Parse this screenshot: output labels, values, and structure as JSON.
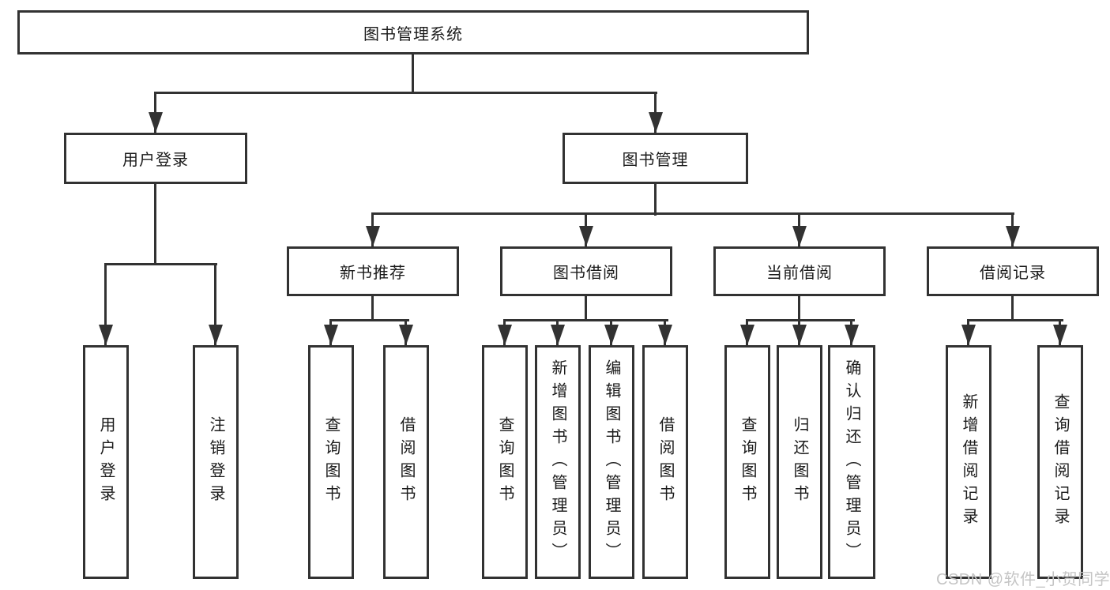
{
  "tree": {
    "root": {
      "label": "图书管理系统"
    },
    "branches": [
      {
        "label": "用户登录",
        "children": [
          {
            "label": "用户登录"
          },
          {
            "label": "注销登录"
          }
        ]
      },
      {
        "label": "图书管理",
        "sections": [
          {
            "label": "新书推荐",
            "children": [
              {
                "label": "查询图书"
              },
              {
                "label": "借阅图书"
              }
            ]
          },
          {
            "label": "图书借阅",
            "children": [
              {
                "label": "查询图书"
              },
              {
                "label": "新增图书（管理员）"
              },
              {
                "label": "编辑图书（管理员）"
              },
              {
                "label": "借阅图书"
              }
            ]
          },
          {
            "label": "当前借阅",
            "children": [
              {
                "label": "查询图书"
              },
              {
                "label": "归还图书"
              },
              {
                "label": "确认归还（管理员）"
              }
            ]
          },
          {
            "label": "借阅记录",
            "children": [
              {
                "label": "新增借阅记录"
              },
              {
                "label": "查询借阅记录"
              }
            ]
          }
        ]
      }
    ]
  },
  "watermark": {
    "text": "CSDN @软件_小贺同学"
  },
  "colors": {
    "line": "#323232",
    "text": "#1b1b1b",
    "watermark": "#c5c5c5",
    "background": "#ffffff"
  }
}
